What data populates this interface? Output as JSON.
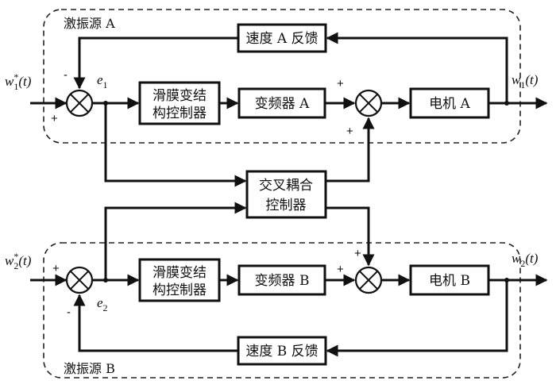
{
  "groups": {
    "top": "激振源 A",
    "bottom": "激振源 B"
  },
  "blocks": {
    "smc_a": [
      "滑膜变结",
      "构控制器"
    ],
    "vfd_a": "变频器 A",
    "motor_a": "电机 A",
    "fb_a": "速度 A 反馈",
    "coupling": [
      "交叉耦合",
      "控制器"
    ],
    "smc_b": [
      "滑膜变结",
      "构控制器"
    ],
    "vfd_b": "变频器 B",
    "motor_b": "电机 B",
    "fb_b": "速度 B 反馈"
  },
  "signals": {
    "w1_ref": {
      "base": "w",
      "sub": "1",
      "sup": "*",
      "arg": "(t)"
    },
    "w2_ref": {
      "base": "w",
      "sub": "2",
      "sup": "*",
      "arg": "(t)"
    },
    "w1_out": {
      "base": "w",
      "sub": "1",
      "arg": "(t)"
    },
    "w2_out": {
      "base": "w",
      "sub": "2",
      "arg": "(t)"
    },
    "e1": {
      "base": "e",
      "sub": "1"
    },
    "e2": {
      "base": "e",
      "sub": "2"
    }
  },
  "signs": {
    "sum1_left": "+",
    "sum1_top": "-",
    "sum2_left": "+",
    "sum2_bottom": "+",
    "sum3_left": "+",
    "sum3_bottom": "-",
    "sum4_left": "+",
    "sum4_top": "+"
  }
}
